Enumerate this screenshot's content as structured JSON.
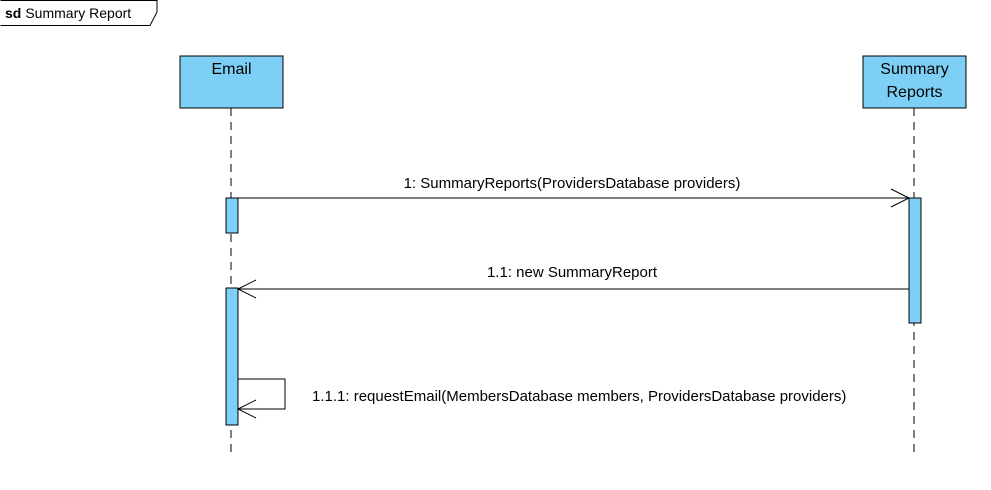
{
  "frame": {
    "keyword": "sd",
    "name": "Summary Report"
  },
  "lifelines": [
    {
      "id": "email",
      "name_lines": [
        "Email"
      ]
    },
    {
      "id": "summary-reports",
      "name_lines": [
        "Summary",
        "Reports"
      ]
    }
  ],
  "messages": [
    {
      "id": "msg-1",
      "label": "1: SummaryReports(ProvidersDatabase providers)",
      "from": "email",
      "to": "summary-reports",
      "kind": "call"
    },
    {
      "id": "msg-1-1",
      "label": "1.1: new SummaryReport",
      "from": "summary-reports",
      "to": "email",
      "kind": "call"
    },
    {
      "id": "msg-1-1-1",
      "label": "1.1.1: requestEmail(MembersDatabase members, ProvidersDatabase providers)",
      "from": "email",
      "to": "email",
      "kind": "self"
    }
  ],
  "colors": {
    "lifeline_fill": "#7ecff5",
    "line": "#000000",
    "background": "#ffffff"
  }
}
